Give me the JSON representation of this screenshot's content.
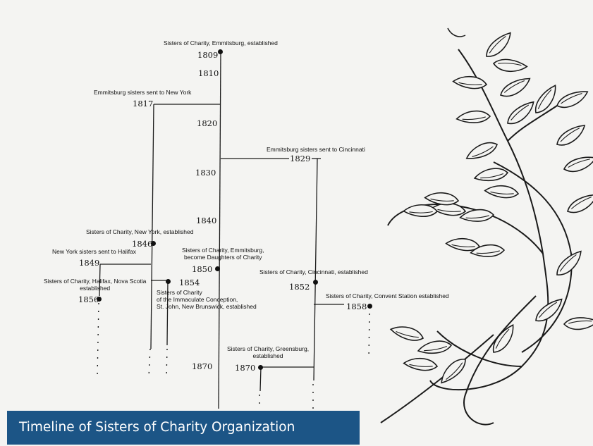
{
  "events": [
    {
      "id": "e1809",
      "label": "Sisters of Charity, Emmitsburg, established",
      "year": "1809"
    },
    {
      "id": "e1817",
      "label": "Emmitsburg sisters sent to New York",
      "year": "1817"
    },
    {
      "id": "e1829",
      "label": "Emmitsburg sisters sent to Cincinnati",
      "year": "1829"
    },
    {
      "id": "e1846",
      "label": "Sisters of Charity, New York, established",
      "year": "1846"
    },
    {
      "id": "e1849",
      "label": "New York sisters sent to Halifax",
      "year": "1849"
    },
    {
      "id": "e1850",
      "label": "Sisters of Charity, Emmitsburg,\nbecome Daughters of Charity",
      "year": "1850"
    },
    {
      "id": "e1852",
      "label": "Sisters of Charity, Cincinnati, established",
      "year": "1852"
    },
    {
      "id": "e1854",
      "label": "Sisters of Charity\nof the Immaculate Conception,\nSt. John, New Brunswick, established",
      "year": "1854"
    },
    {
      "id": "e1856",
      "label": "Sisters of Charity, Halifax, Nova Scotia\nestablished",
      "year": "1856"
    },
    {
      "id": "e1858",
      "label": "Sisters of Charity, Convent Station established",
      "year": "1858"
    },
    {
      "id": "e1870",
      "label": "Sisters of Charity, Greensburg,\nestablished",
      "year": "1870"
    }
  ],
  "axis_years": [
    "1810",
    "1820",
    "1830",
    "1840",
    "1870"
  ],
  "caption": "Timeline of Sisters of Charity Organization",
  "colors": {
    "caption_bg": "#1c5586",
    "caption_text": "#ffffff",
    "ink": "#111111",
    "paper": "#f4f4f2"
  }
}
